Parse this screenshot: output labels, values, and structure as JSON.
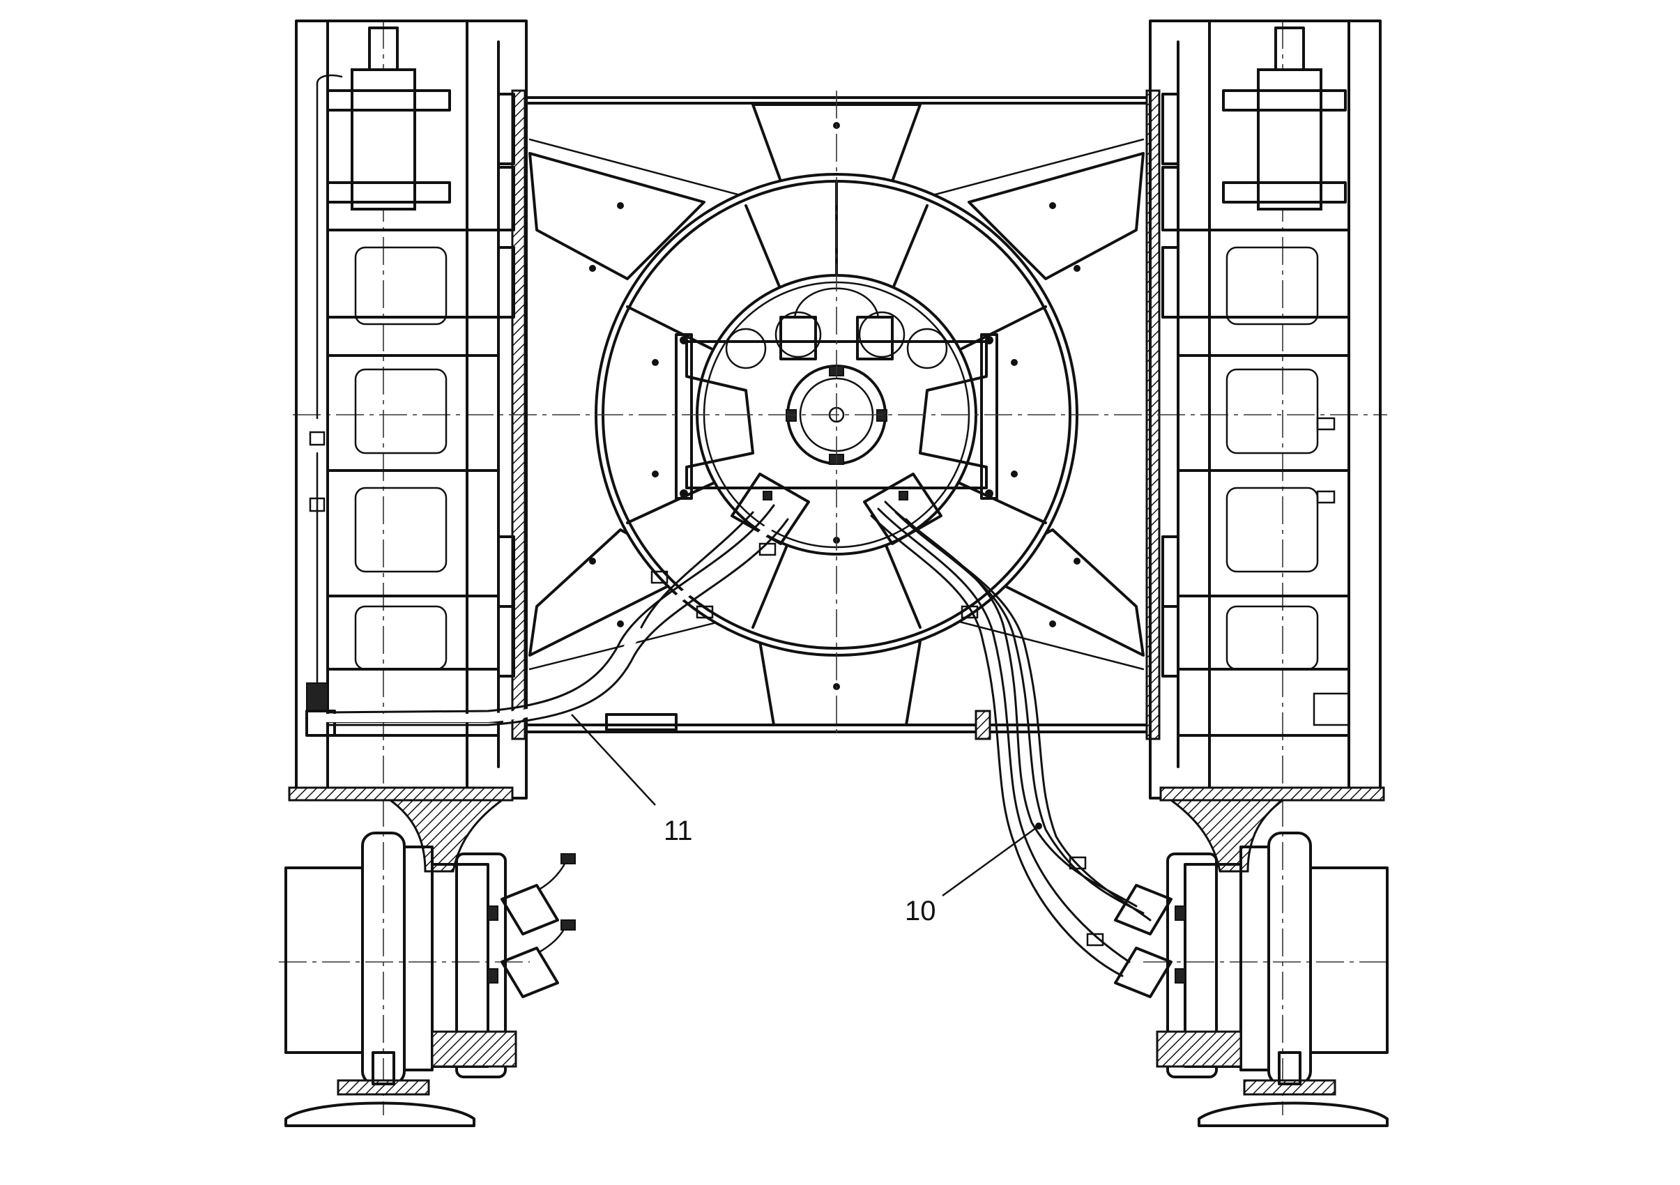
{
  "figure": {
    "callouts": [
      {
        "id": "11",
        "text": "11"
      },
      {
        "id": "10",
        "text": "10"
      }
    ]
  },
  "colors": {
    "line": "#111111",
    "background": "#ffffff"
  }
}
